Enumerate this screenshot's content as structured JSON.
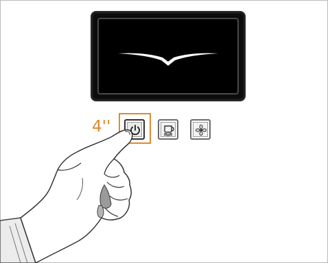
{
  "indicator": {
    "hold_time": "4''",
    "accent_color": "#e08a2c"
  },
  "controls": [
    {
      "id": "power",
      "icon": "power-icon"
    },
    {
      "id": "cup",
      "icon": "cup-icon"
    },
    {
      "id": "fan",
      "icon": "fan-icon"
    }
  ],
  "display": {
    "icon": "chevron-line-icon"
  }
}
